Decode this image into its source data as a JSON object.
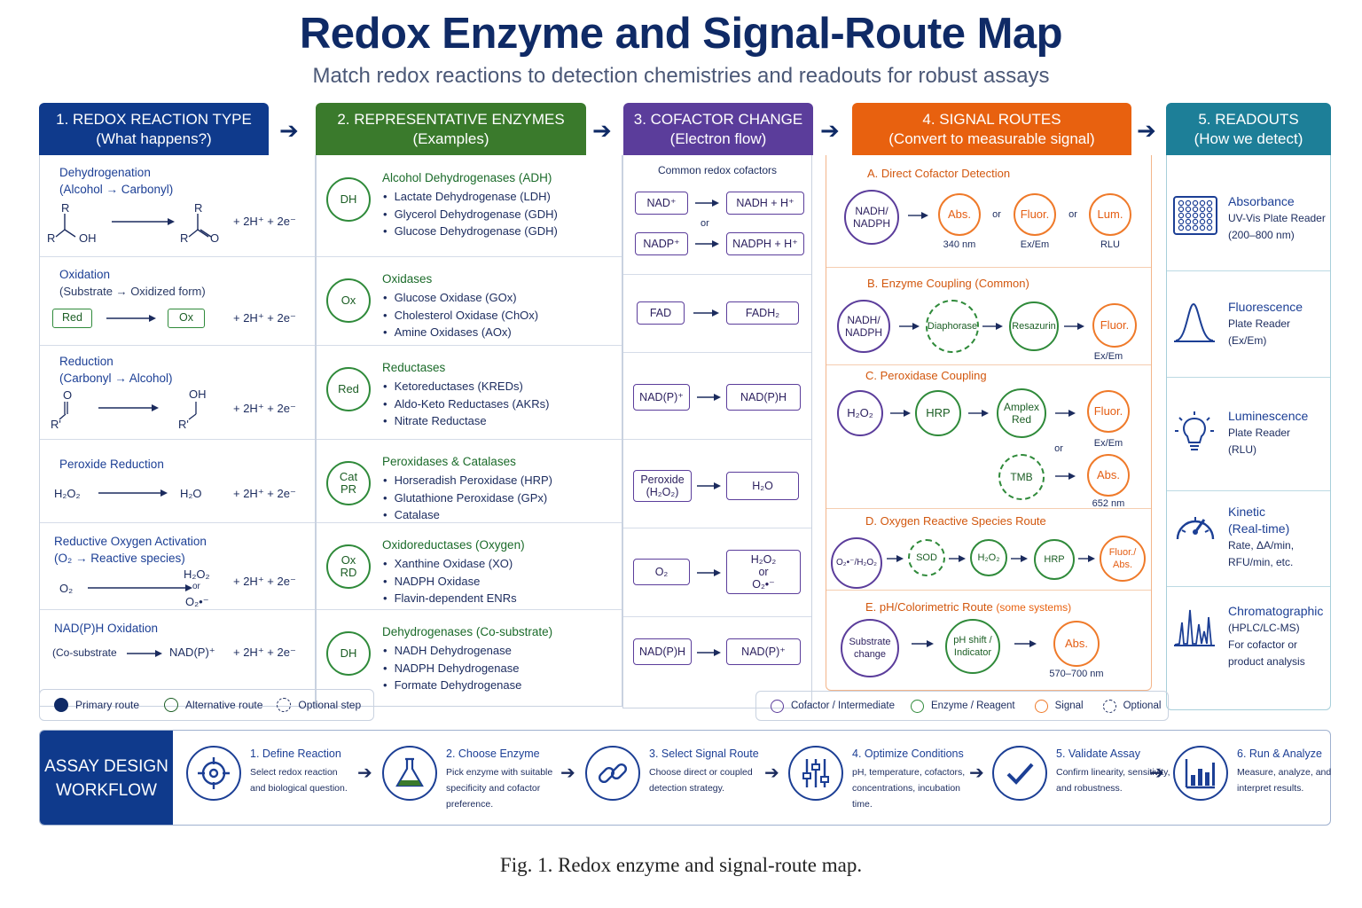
{
  "title": "Redox Enzyme and Signal-Route Map",
  "subtitle": "Match redox reactions to detection chemistries and readouts for robust assays",
  "colors": {
    "navy": "#0f3a8c",
    "green": "#3a7a2c",
    "purple": "#5b3d9b",
    "orange": "#e8610f",
    "teal": "#1d7f98"
  },
  "columns": [
    {
      "title": "1. REDOX REACTION TYPE",
      "sub": "(What happens?)"
    },
    {
      "title": "2. REPRESENTATIVE ENZYMES",
      "sub": "(Examples)"
    },
    {
      "title": "3. COFACTOR CHANGE",
      "sub": "(Electron flow)"
    },
    {
      "title": "4. SIGNAL ROUTES",
      "sub": "(Convert to measurable signal)"
    },
    {
      "title": "5. READOUTS",
      "sub": "(How we detect)"
    }
  ],
  "reactions": [
    {
      "title": "Dehydrogenation",
      "sub": "(Alcohol → Carbonyl)"
    },
    {
      "title": "Oxidation",
      "sub": "(Substrate → Oxidized form)",
      "left": "Red",
      "right": "Ox"
    },
    {
      "title": "Reduction",
      "sub": "(Carbonyl → Alcohol)"
    },
    {
      "title": "Peroxide Reduction",
      "sub": ""
    },
    {
      "title": "Reductive Oxygen Activation",
      "sub": "(O₂ → Reactive species)"
    },
    {
      "title": "NAD(P)H Oxidation",
      "sub": ""
    }
  ],
  "rxn_labels": {
    "eq": "+ 2H⁺  + 2e⁻",
    "r": "R",
    "oh": "OH",
    "o": "O",
    "rp": "R'",
    "h2o2": "H₂O₂",
    "h2o": "H₂O",
    "o2": "O₂",
    "or": "or",
    "o2rad": "O₂•⁻",
    "cosub": "(Co-substrate",
    "nadp_plus": "NAD(P)⁺"
  },
  "enzymes": [
    {
      "badge": "DH",
      "title": "Alcohol Dehydrogenases (ADH)",
      "items": [
        "Lactate Dehydrogenase (LDH)",
        "Glycerol Dehydrogenase (GDH)",
        "Glucose Dehydrogenase (GDH)"
      ]
    },
    {
      "badge": "Ox",
      "title": "Oxidases",
      "items": [
        "Glucose Oxidase (GOx)",
        "Cholesterol Oxidase (ChOx)",
        "Amine Oxidases (AOx)"
      ]
    },
    {
      "badge": "Red",
      "title": "Reductases",
      "items": [
        "Ketoreductases (KREDs)",
        "Aldo-Keto Reductases (AKRs)",
        "Nitrate Reductase"
      ]
    },
    {
      "badge": "Cat\nPR",
      "title": "Peroxidases & Catalases",
      "items": [
        "Horseradish Peroxidase (HRP)",
        "Glutathione Peroxidase (GPx)",
        "Catalase"
      ]
    },
    {
      "badge": "Ox\nRD",
      "title": "Oxidoreductases (Oxygen)",
      "items": [
        "Xanthine Oxidase (XO)",
        "NADPH Oxidase",
        "Flavin-dependent ENRs"
      ]
    },
    {
      "badge": "DH",
      "title": "Dehydrogenases (Co-substrate)",
      "items": [
        "NADH Dehydrogenase",
        "NADPH Dehydrogenase",
        "Formate Dehydrogenase"
      ]
    }
  ],
  "cofactors": {
    "heading": "Common redox cofactors",
    "nad": "NAD⁺",
    "nadh": "NADH + H⁺",
    "or": "or",
    "nadp": "NADP⁺",
    "nadph": "NADPH + H⁺",
    "fad": "FAD",
    "fadh2": "FADH₂",
    "nadp_p": "NAD(P)⁺",
    "nadp_h": "NAD(P)H",
    "peroxide": "Peroxide\n(H₂O₂)",
    "water": "H₂O",
    "o2": "O₂",
    "h2o2_or": "H₂O₂\nor\nO₂•⁻",
    "last_l": "NAD(P)H",
    "last_r": "NAD(P)⁺"
  },
  "routes": {
    "A": {
      "title": "A. Direct Cofactor Detection",
      "src": "NADH/\nNADPH",
      "abs": "Abs.",
      "fluor": "Fluor.",
      "lum": "Lum.",
      "or": "or",
      "l1": "340 nm",
      "l2": "Ex/Em",
      "l3": "RLU"
    },
    "B": {
      "title": "B. Enzyme Coupling (Common)",
      "src": "NADH/\nNADPH",
      "n1": "Diaphorase",
      "n2": "Resazurin",
      "n3": "Fluor.",
      "l1": "Ex/Em"
    },
    "C": {
      "title": "C. Peroxidase Coupling",
      "src": "H₂O₂",
      "n1": "HRP",
      "n2": "Amplex\nRed",
      "n3": "Fluor.",
      "l1": "Ex/Em",
      "or": "or",
      "n4": "TMB",
      "n5": "Abs.",
      "l2": "652 nm"
    },
    "D": {
      "title": "D. Oxygen Reactive Species Route",
      "src": "O₂•⁻/H₂O₂",
      "n1": "SOD",
      "n2": "H₂O₂",
      "n3": "HRP",
      "n4": "Fluor./\nAbs."
    },
    "E": {
      "title": "E. pH/Colorimetric Route",
      "title_note": "(some systems)",
      "src": "Substrate\nchange",
      "n1": "pH shift /\nIndicator",
      "n2": "Abs.",
      "l1": "570–700 nm"
    }
  },
  "readouts": [
    {
      "title": "Absorbance",
      "sub": "UV-Vis Plate Reader\n(200–800 nm)",
      "icon": "plate-icon"
    },
    {
      "title": "Fluorescence",
      "sub": "Plate Reader\n(Ex/Em)",
      "icon": "peak-icon"
    },
    {
      "title": "Luminescence",
      "sub": "Plate Reader\n(RLU)",
      "icon": "bulb-icon"
    },
    {
      "title": "Kinetic\n(Real-time)",
      "sub": "Rate, ΔA/min,\nRFU/min, etc.",
      "icon": "gauge-icon"
    },
    {
      "title": "Chromatographic",
      "sub": "(HPLC/LC-MS)\nFor cofactor or\nproduct analysis",
      "icon": "chromatogram-icon"
    }
  ],
  "legend_left": {
    "primary": "Primary route",
    "alt": "Alternative route",
    "opt": "Optional step"
  },
  "legend_right": {
    "cof": "Cofactor / Intermediate",
    "enz": "Enzyme / Reagent",
    "sig": "Signal",
    "opt": "Optional"
  },
  "workflow": {
    "label": "ASSAY DESIGN\nWORKFLOW",
    "steps": [
      {
        "title": "1. Define Reaction",
        "desc": "Select redox reaction\nand biological question."
      },
      {
        "title": "2. Choose Enzyme",
        "desc": "Pick enzyme with suitable\nspecificity and cofactor\npreference."
      },
      {
        "title": "3. Select Signal Route",
        "desc": "Choose direct or coupled\ndetection strategy."
      },
      {
        "title": "4. Optimize Conditions",
        "desc": "pH, temperature, cofactors,\nconcentrations, incubation\ntime."
      },
      {
        "title": "5. Validate Assay",
        "desc": "Confirm linearity, sensitivity,\nand robustness."
      },
      {
        "title": "6. Run & Analyze",
        "desc": "Measure, analyze, and\ninterpret results."
      }
    ]
  },
  "caption": "Fig. 1.  Redox enzyme and signal-route map."
}
